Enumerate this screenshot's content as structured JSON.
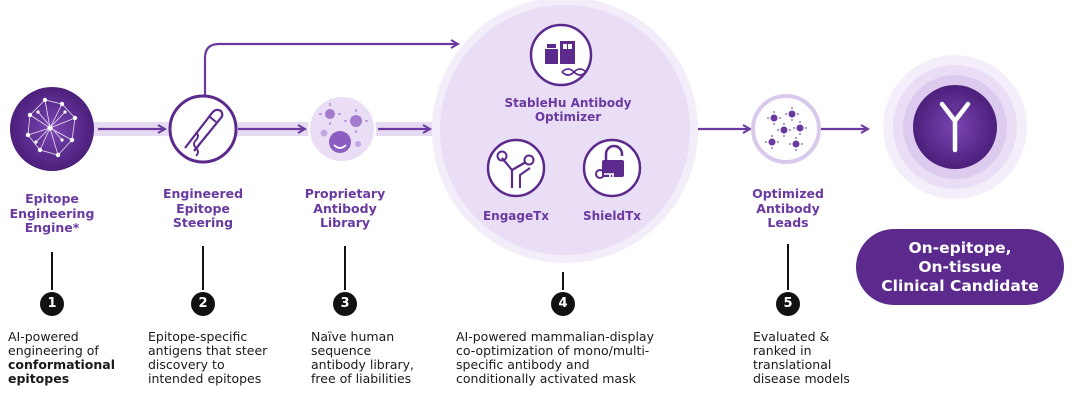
{
  "steps": [
    {
      "number": "1",
      "title_lines": [
        "Epitope",
        "Engineering",
        "Engine*"
      ],
      "desc_lines": [
        "AI-powered",
        "engineering of"
      ],
      "desc_bold_lines": [
        "conformational",
        "epitopes"
      ],
      "icon": "neural-network-icon"
    },
    {
      "number": "2",
      "title_lines": [
        "Engineered",
        "Epitope",
        "Steering"
      ],
      "desc_lines": [
        "Epitope-specific",
        "antigens that steer",
        "discovery to",
        "intended epitopes"
      ],
      "icon": "steering-wand-icon"
    },
    {
      "number": "3",
      "title_lines": [
        "Proprietary",
        "Antibody",
        "Library"
      ],
      "desc_lines": [
        "Naïve human",
        "sequence",
        "antibody library,",
        "free of liabilities"
      ],
      "icon": "antibody-library-icon"
    },
    {
      "number": "4",
      "title_lines": [
        "StableHu Antibody",
        "Optimizer"
      ],
      "desc_lines": [
        "AI-powered mammalian-display",
        "co-optimization of mono/multi-",
        "specific antibody and",
        "conditionally activated mask"
      ],
      "icon": "optimizer-icon"
    },
    {
      "number": "5",
      "title_lines": [
        "Optimized",
        "Antibody",
        "Leads"
      ],
      "desc_lines": [
        "Evaluated &",
        "ranked in",
        "translational",
        "disease models"
      ],
      "icon": "optimized-leads-icon"
    }
  ],
  "modules": {
    "engage": "EngageTx",
    "shield": "ShieldTx"
  },
  "outcome": {
    "lines": [
      "On-epitope,",
      "On-tissue",
      "Clinical Candidate"
    ],
    "icon": "antibody-icon"
  },
  "colors": {
    "purple_dark": "#5b2a8c",
    "purple": "#6a3aa0",
    "purple_light": "#d9c9ec",
    "purple_pale": "#efe7f7"
  }
}
